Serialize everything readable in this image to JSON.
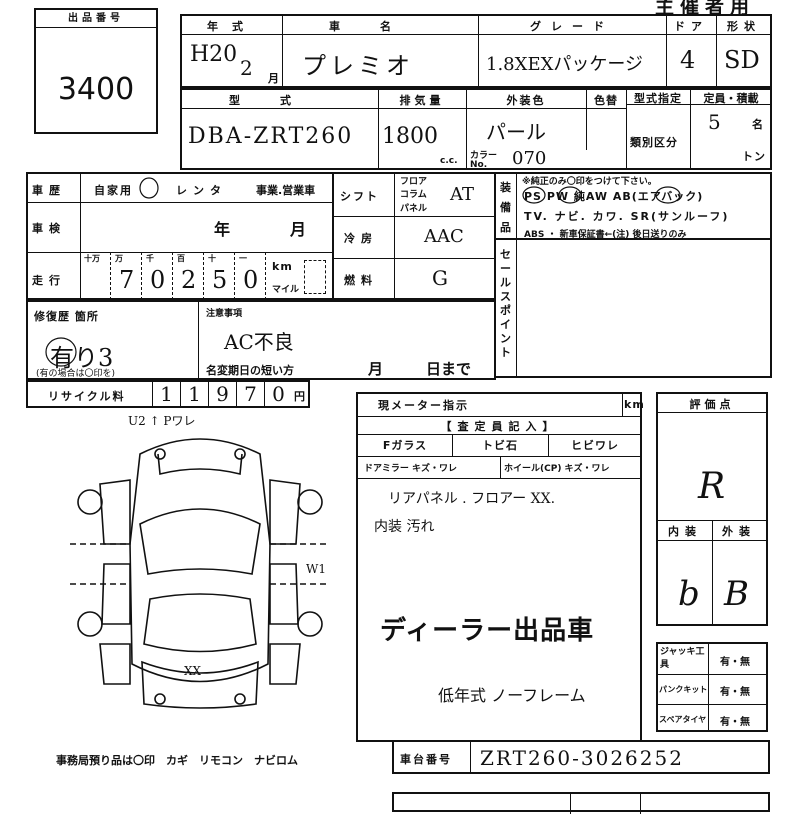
{
  "header": {
    "title": "主催者用"
  },
  "lot": {
    "label": "出品番号",
    "number": "3400"
  },
  "vehicle": {
    "year_label": "年式",
    "year": "H20",
    "month": "2",
    "month_unit": "月",
    "car_name_label": "車名",
    "car_name": "プレミオ",
    "grade_label": "グレード",
    "grade": "1.8XEXパッケージ",
    "doors_label": "ドア",
    "doors": "4",
    "body_label": "形状",
    "body": "SD",
    "model_label": "型式",
    "model": "DBA-ZRT260",
    "displacement_label": "排気量",
    "displacement": "1800",
    "cc": "c.c.",
    "color_label": "外装色",
    "color": "パール",
    "color_change_label": "色替",
    "color_code_label": "カラーNo.",
    "color_code": "070",
    "designation_label": "型式指定",
    "class_label": "類別区分",
    "capacity_label": "定員・積載",
    "capacity": "5",
    "capacity_unit": "名",
    "ton_unit": "トン"
  },
  "history": {
    "label": "車歴",
    "options": [
      "自家用",
      "レンタ",
      "事業.営業車"
    ],
    "inspection_label": "車検",
    "inspection_year": "年",
    "inspection_month": "月",
    "mileage_label": "走行",
    "digit_labels": [
      "十万",
      "万",
      "千",
      "百",
      "十",
      "一"
    ],
    "digits": [
      "",
      "7",
      "0",
      "2",
      "5",
      "0"
    ],
    "km": "km",
    "mile": "マイル"
  },
  "spec": {
    "shift_label": "シフト",
    "shift_options": [
      "フロア",
      "コラム",
      "パネル"
    ],
    "shift": "AT",
    "ac_label": "冷房",
    "ac": "AAC",
    "fuel_label": "燃料",
    "fuel": "G"
  },
  "equipment": {
    "label": "装備品",
    "note": "※純正のみ〇印をつけて下さい。",
    "row1": "PS PW 純AW AB(エアバック)",
    "row2": "TV. ナビ. カワ. SR(サンルーフ)",
    "row3": "ABS ・ 新車保証書←(注) 後日送りのみ"
  },
  "sales_point": {
    "label": "セールスポイント"
  },
  "repair": {
    "label": "修復歴 箇所",
    "value": "有り3",
    "note": "(有の場合は〇印を)"
  },
  "caution": {
    "label": "注意事項",
    "value": "AC不良",
    "name_change": "名変期日の短い方",
    "month": "月",
    "day": "日まで"
  },
  "recycle": {
    "label": "リサイクル料",
    "digits": [
      "1",
      "1",
      "9",
      "7",
      "0"
    ],
    "unit": "円"
  },
  "meter": {
    "label": "現メーター指示",
    "unit": "km"
  },
  "inspector": {
    "title": "【査定員記入】",
    "headers": [
      "Fガラス",
      "トビ石",
      "ヒビワレ"
    ],
    "row2": [
      "ドアミラー キズ・ワレ",
      "ホイール(CP) キズ・ワレ"
    ],
    "notes": [
      "リアパネル . フロアー XX.",
      "内装 汚れ"
    ],
    "stamp": "ディーラー出品車",
    "note_bottom": "低年式 ノーフレーム"
  },
  "rating": {
    "label": "評価点",
    "score": "R",
    "interior_label": "内装",
    "exterior_label": "外装",
    "interior": "b",
    "exterior": "B"
  },
  "tools": {
    "jack": "ジャッキ工具",
    "puncture": "パンクキット",
    "spare": "スペアタイヤ",
    "value": "有・無"
  },
  "diagram": {
    "mark_top": "U2 ↑ Pワレ",
    "mark_side": "W1",
    "mark_rear": "XX"
  },
  "office": {
    "text": "事務局預り品は〇印　カギ　リモコン　ナビロム"
  },
  "chassis": {
    "label": "車台番号",
    "value": "ZRT260-3026252"
  }
}
